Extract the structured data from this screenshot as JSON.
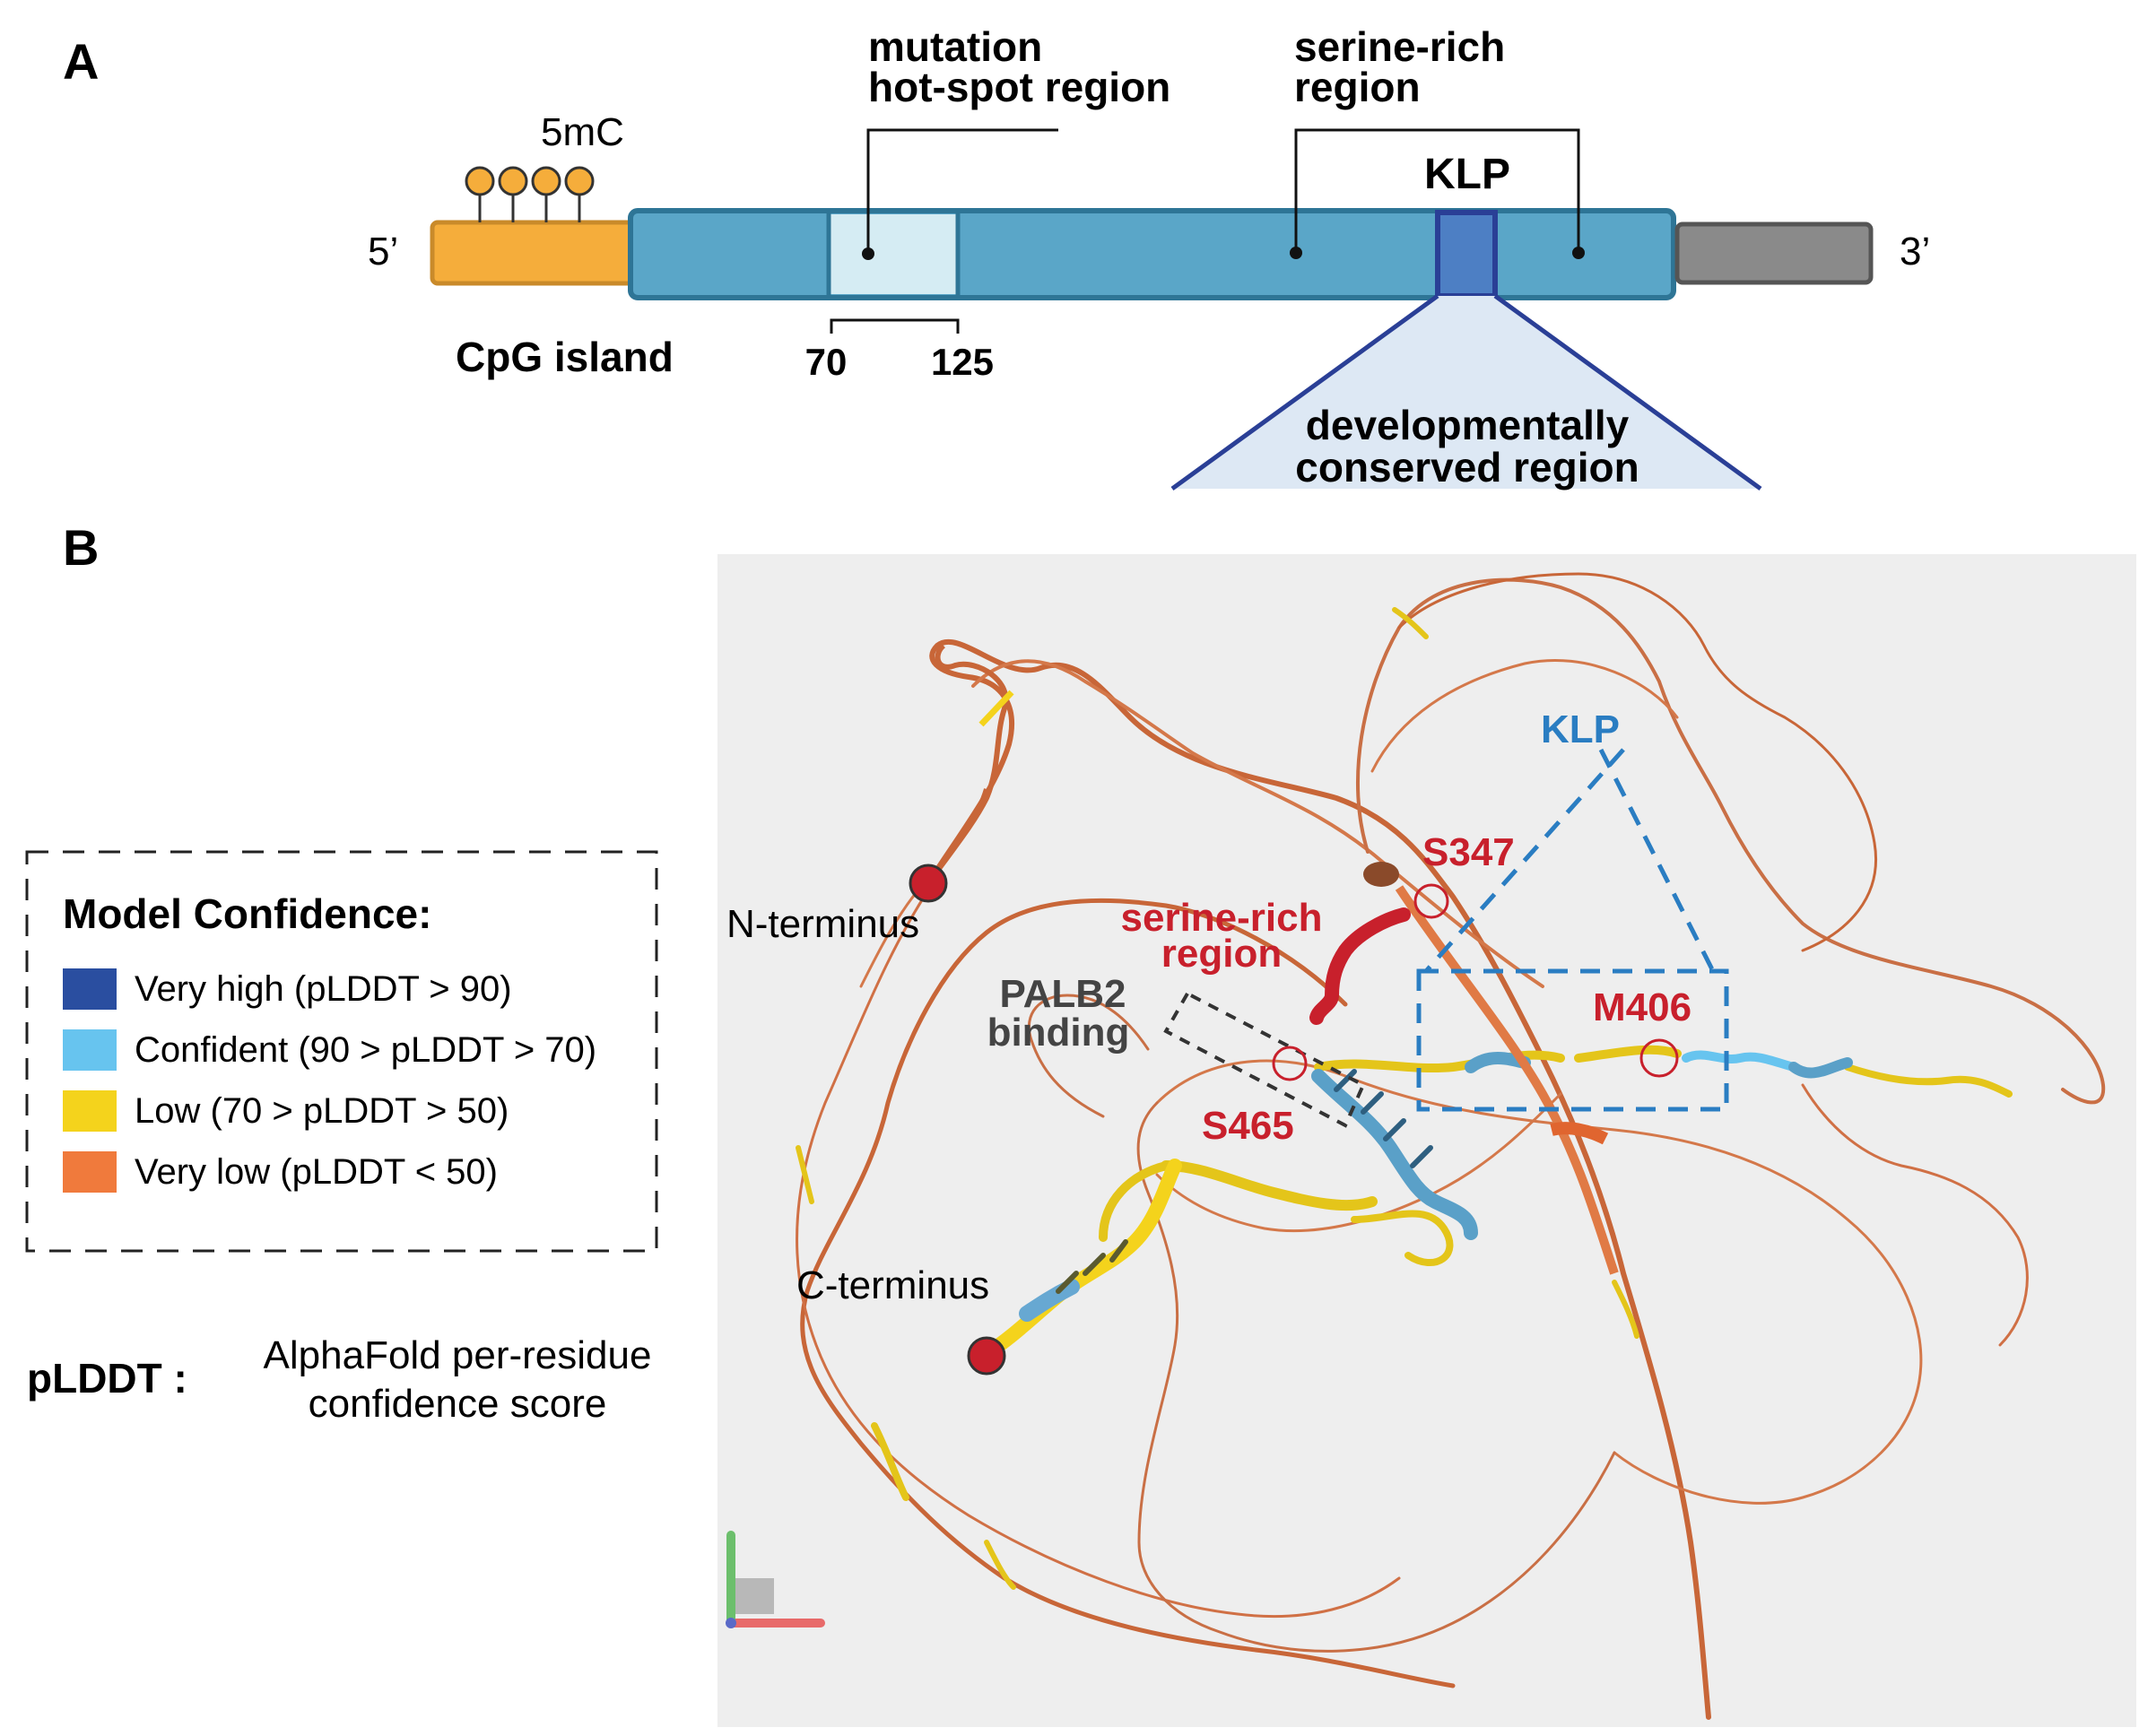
{
  "panel_a": {
    "label": "A",
    "five_prime": "5’",
    "three_prime": "3’",
    "methyl_label": "5mC",
    "cpg_label": "CpG island",
    "hotspot_label_line1": "mutation",
    "hotspot_label_line2": "hot-spot region",
    "serine_label_line1": "serine-rich",
    "serine_label_line2": "region",
    "klp_label": "KLP",
    "range_start": "70",
    "range_end": "125",
    "conserved_line1": "developmentally",
    "conserved_line2": "conserved region",
    "colors": {
      "cpg": "#f5ad3b",
      "gene": "#5aa6c8",
      "hotspot": "#d5ecf3",
      "klp": "#4d7fc4",
      "tail": "#8a8a8a",
      "conserved_fill": "#dde8f4",
      "conserved_stroke": "#2a3f96"
    }
  },
  "panel_b": {
    "label": "B",
    "legend": {
      "title": "Model Confidence:",
      "items": [
        {
          "label": "Very high (pLDDT > 90)",
          "color": "#2a4ea0"
        },
        {
          "label": "Confident (90 > pLDDT > 70)",
          "color": "#67c4ef"
        },
        {
          "label": "Low (70 > pLDDT > 50)",
          "color": "#f4d31c"
        },
        {
          "label": "Very low (pLDDT < 50)",
          "color": "#f07a3c"
        }
      ]
    },
    "plddt_key": "pLDDT :",
    "plddt_def_line1": "AlphaFold per-residue",
    "plddt_def_line2": "confidence score",
    "n_terminus": "N-terminus",
    "c_terminus": "C-terminus",
    "klp": "KLP",
    "s347": "S347",
    "s465": "S465",
    "m406": "M406",
    "serine_line1": "serine-rich",
    "serine_line2": "region",
    "palb2_line1": "PALB2",
    "palb2_line2": "binding",
    "colors": {
      "background": "#eeeeee",
      "accent_red": "#c8202c",
      "klp_blue": "#2a7dc2",
      "coil": "#d8784c"
    }
  }
}
